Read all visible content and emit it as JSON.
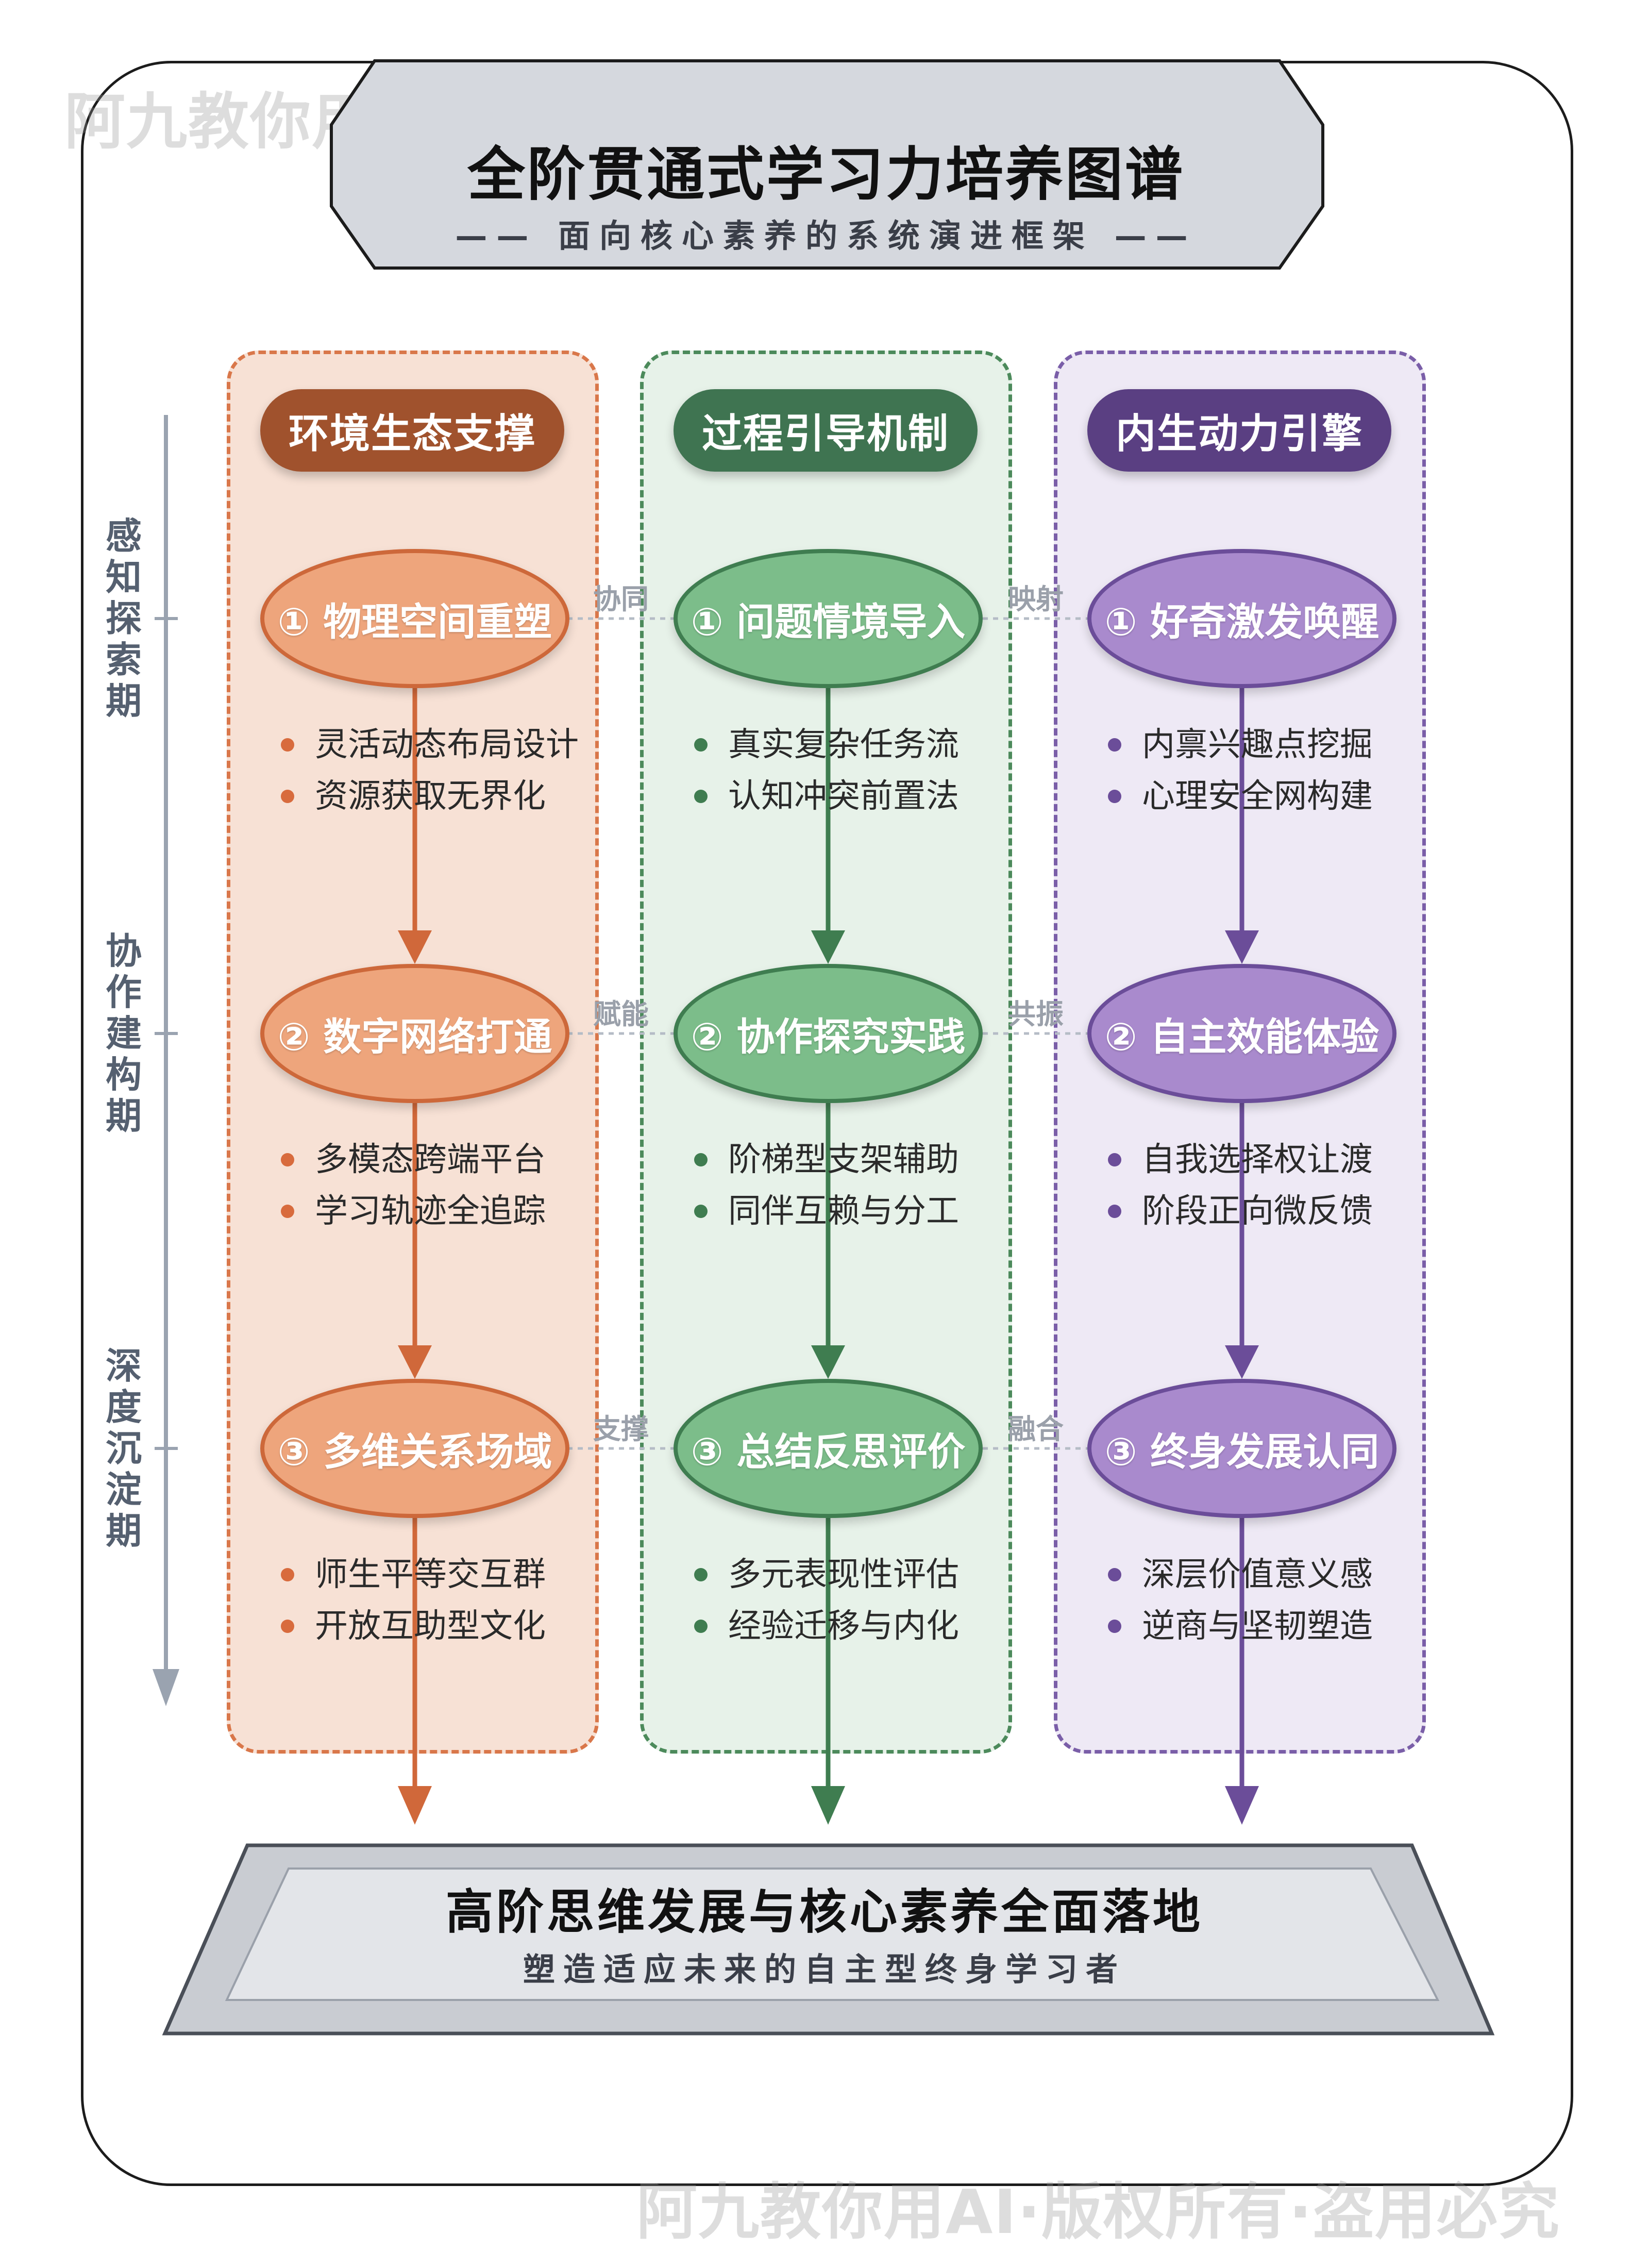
{
  "watermark": {
    "top": "阿九教你用AI·版权所有·盗用必究",
    "bottom": "阿九教你用AI·版权所有·盗用必究"
  },
  "header": {
    "title": "全阶贯通式学习力培养图谱",
    "subtitle": "—— 面向核心素养的系统演进框架 ——"
  },
  "timeline": {
    "stages": [
      "感知探索期",
      "协作建构期",
      "深度沉淀期"
    ]
  },
  "columns": [
    {
      "title": "环境生态支撑",
      "color": "#a0522d",
      "nodes": [
        {
          "label": "① 物理空间重塑",
          "bullets": [
            "灵活动态布局设计",
            "资源获取无界化"
          ]
        },
        {
          "label": "② 数字网络打通",
          "bullets": [
            "多模态跨端平台",
            "学习轨迹全追踪"
          ]
        },
        {
          "label": "③ 多维关系场域",
          "bullets": [
            "师生平等交互群",
            "开放互助型文化"
          ]
        }
      ]
    },
    {
      "title": "过程引导机制",
      "color": "#3f7451",
      "nodes": [
        {
          "label": "① 问题情境导入",
          "bullets": [
            "真实复杂任务流",
            "认知冲突前置法"
          ]
        },
        {
          "label": "② 协作探究实践",
          "bullets": [
            "阶梯型支架辅助",
            "同伴互赖与分工"
          ]
        },
        {
          "label": "③ 总结反思评价",
          "bullets": [
            "多元表现性评估",
            "经验迁移与内化"
          ]
        }
      ]
    },
    {
      "title": "内生动力引擎",
      "color": "#5a3f82",
      "nodes": [
        {
          "label": "① 好奇激发唤醒",
          "bullets": [
            "内禀兴趣点挖掘",
            "心理安全网构建"
          ]
        },
        {
          "label": "② 自主效能体验",
          "bullets": [
            "自我选择权让渡",
            "阶段正向微反馈"
          ]
        },
        {
          "label": "③ 终身发展认同",
          "bullets": [
            "深层价值意义感",
            "逆商与坚韧塑造"
          ]
        }
      ]
    }
  ],
  "relations": {
    "left": [
      "协同",
      "赋能",
      "支撑"
    ],
    "right": [
      "映射",
      "共振",
      "融合"
    ]
  },
  "footer": {
    "title": "高阶思维发展与核心素养全面落地",
    "subtitle": "塑造适应未来的自主型终身学习者"
  }
}
